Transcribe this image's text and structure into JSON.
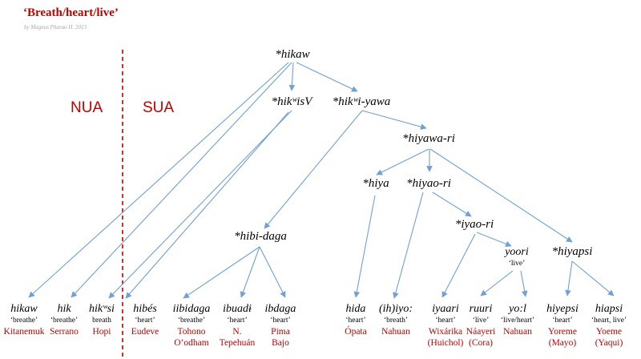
{
  "title": "‘Breath/heart/live’",
  "byline": "by Magnus Pharao H. 2013",
  "regions": {
    "nua": "NUA",
    "sua": "SUA"
  },
  "nodes": {
    "hikaw": "*hikaw",
    "hikwisV": "*hikʷisV",
    "hikwiyawa": "*hikʷi-yawa",
    "hiyawari": "*hiyawa-ri",
    "hiya": "*hiya",
    "hiyaori": "*hiyao-ri",
    "iyaori": "*iyao-ri",
    "hibidaga": "*hibi-daga",
    "hiyapsi": "*hiyapsi"
  },
  "yoori": {
    "form": "yoori",
    "gloss": "‘live’"
  },
  "leaves": [
    {
      "form": "hikaw",
      "gloss": "‘breathe’",
      "lang": [
        "Kitanemuk"
      ]
    },
    {
      "form": "hik",
      "gloss": "‘breathe’",
      "lang": [
        "Serrano"
      ]
    },
    {
      "form": "hikʷsi",
      "gloss": "breath",
      "lang": [
        "Hopi"
      ]
    },
    {
      "form": "hibés",
      "gloss": "‘heart’",
      "lang": [
        "Eudeve"
      ]
    },
    {
      "form": "iibidaga",
      "gloss": "‘breathe’",
      "lang": [
        "Tohono",
        "O’odham"
      ]
    },
    {
      "form": "ibuadɨ",
      "gloss": "‘heart’",
      "lang": [
        "N.",
        "Tepehuán"
      ]
    },
    {
      "form": "ibdaga",
      "gloss": "‘heart’",
      "lang": [
        "Pima",
        "Bajo"
      ]
    },
    {
      "form": "hida",
      "gloss": "‘heart’",
      "lang": [
        "Ópata"
      ]
    },
    {
      "form": "(ih)iyo:",
      "gloss": "‘breath’",
      "lang": [
        "Nahuan"
      ]
    },
    {
      "form": "iyaari",
      "gloss": "‘heart’",
      "lang": [
        "Wixárika",
        "(Huichol)"
      ]
    },
    {
      "form": "ruuri",
      "gloss": "‘live’",
      "lang": [
        "Náayeri",
        "(Cora)"
      ]
    },
    {
      "form": "yo:l",
      "gloss": "‘live/heart’",
      "lang": [
        "Nahuan"
      ]
    },
    {
      "form": "hiyepsi",
      "gloss": "‘heart’",
      "lang": [
        "Yoreme",
        "(Mayo)"
      ]
    },
    {
      "form": "hiapsi",
      "gloss": "‘heart, live’",
      "lang": [
        "Yoeme",
        "(Yaqui)"
      ]
    }
  ],
  "colors": {
    "edge": "#6fa0d6",
    "accent": "#c00000",
    "divider": "#c00000"
  }
}
